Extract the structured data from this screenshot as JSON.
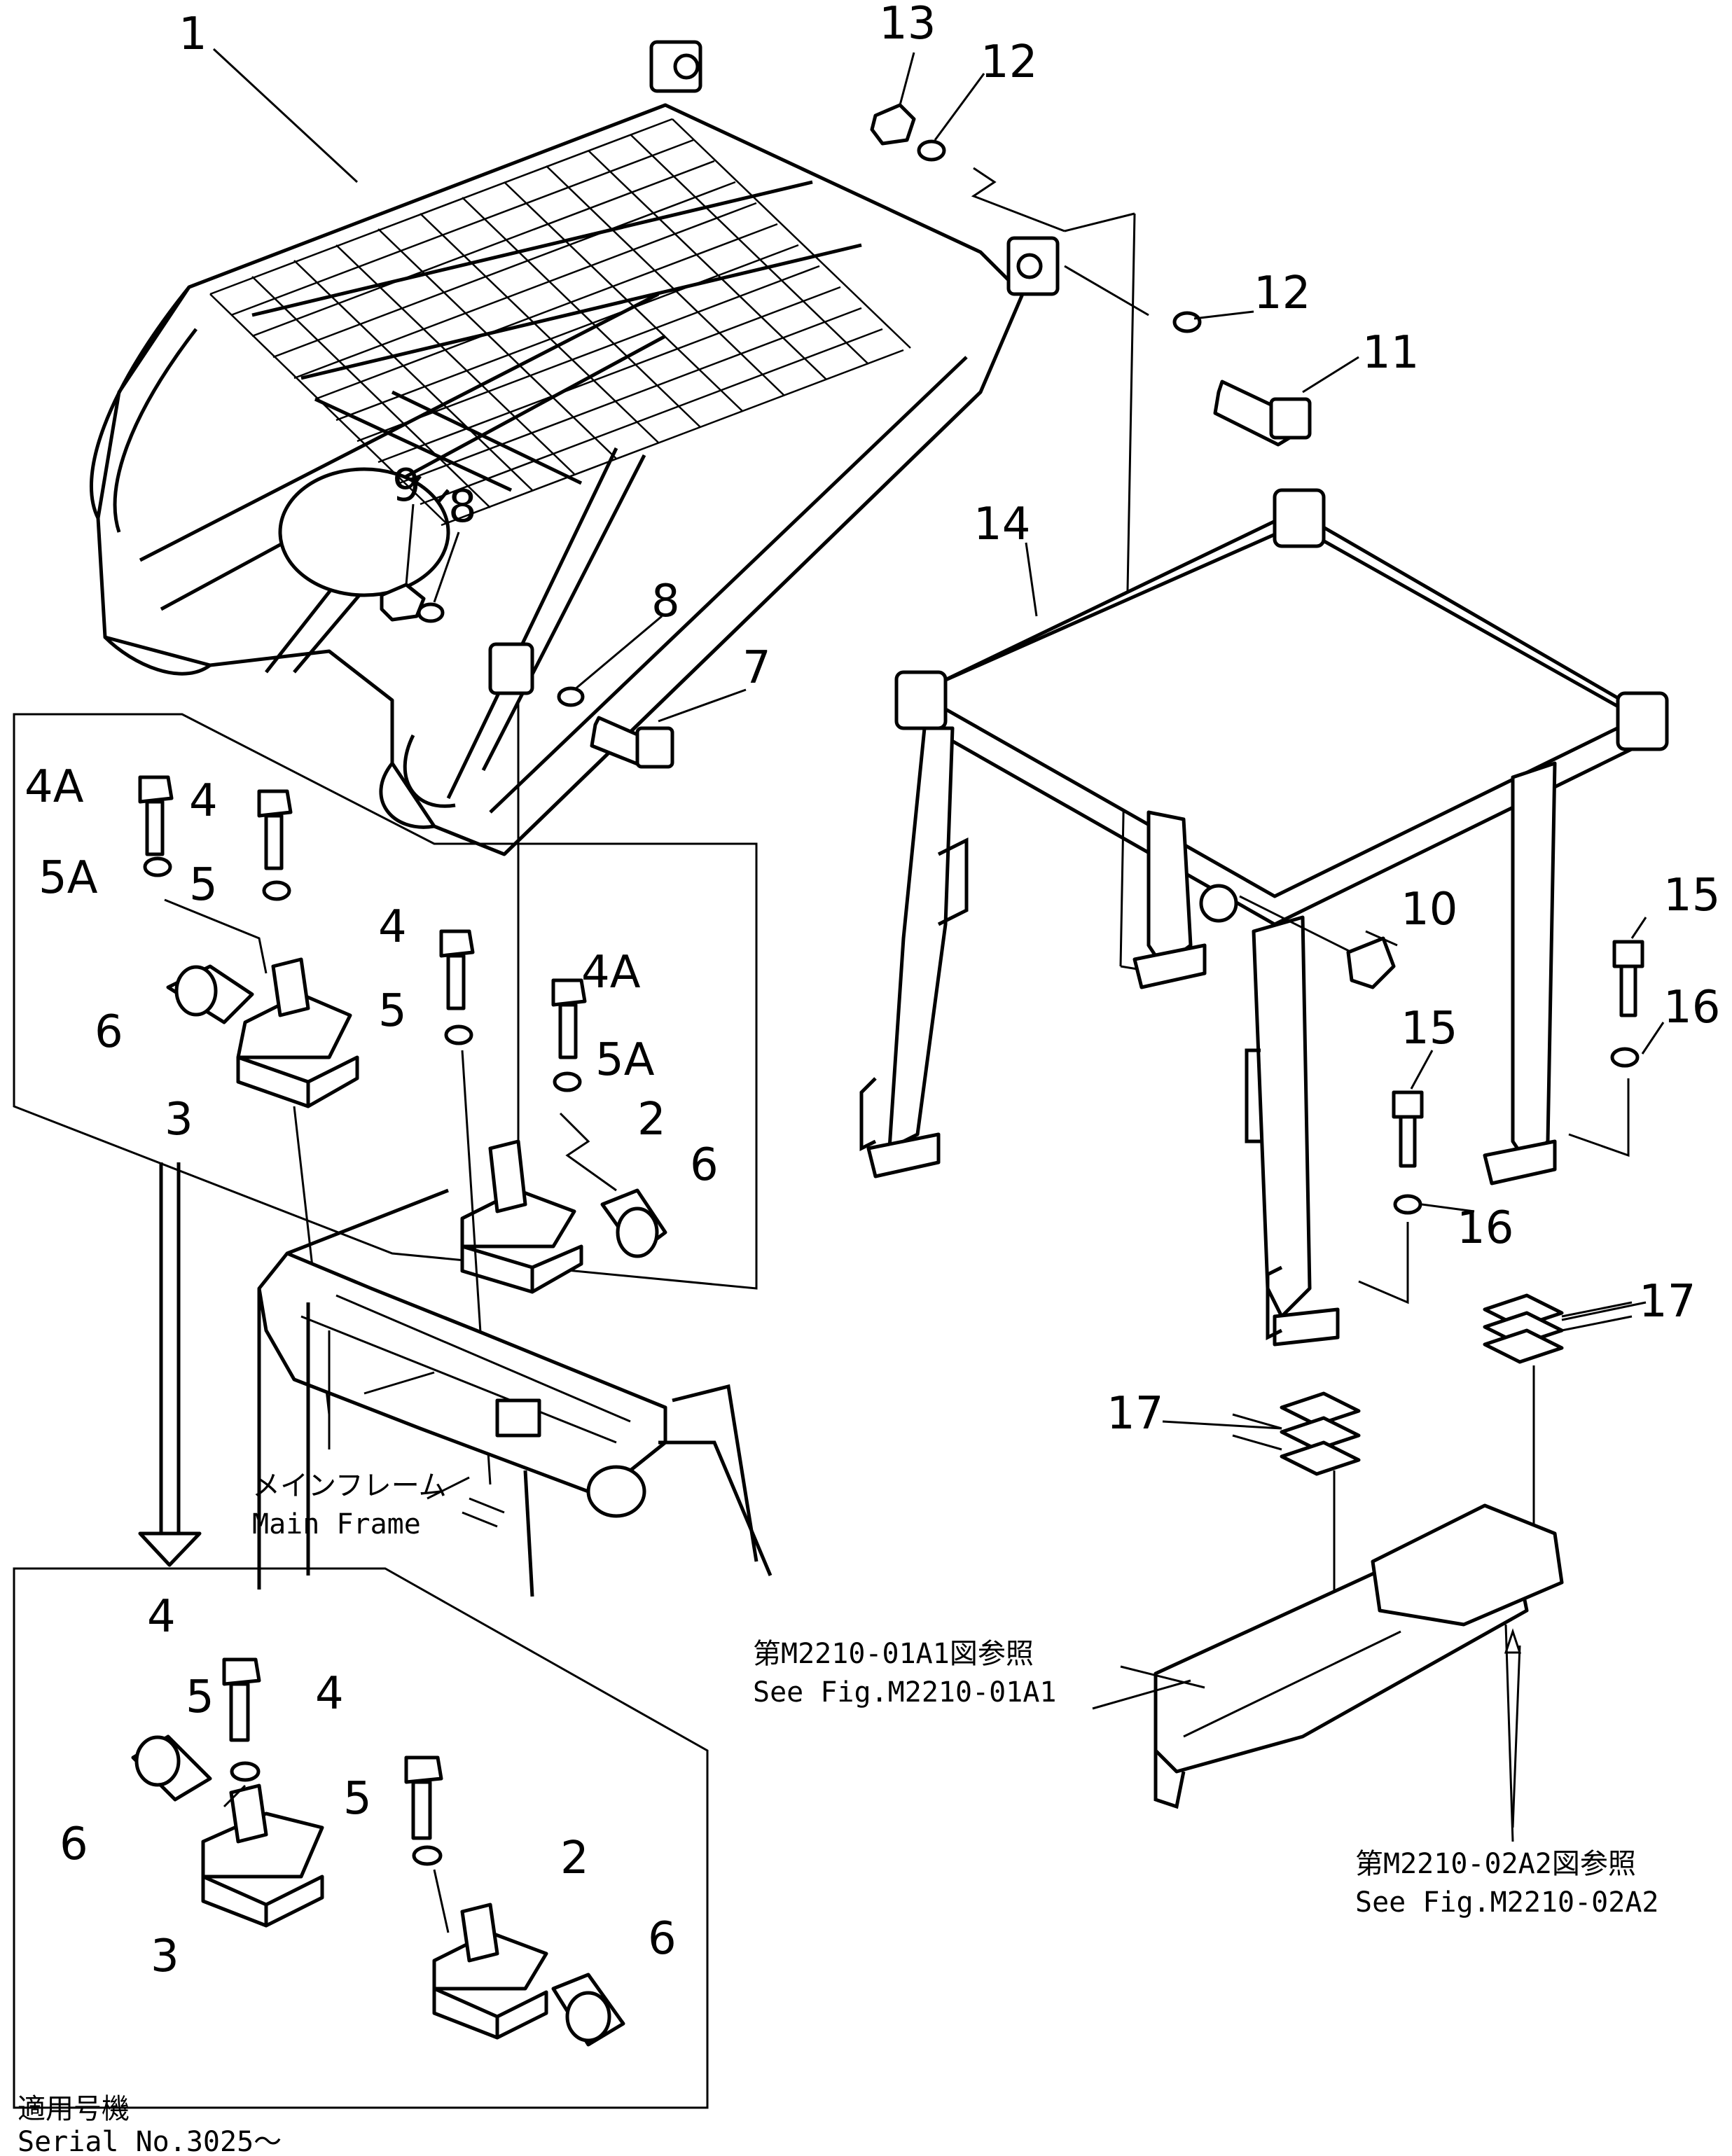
{
  "callouts": [
    {
      "id": "c1",
      "text": "1"
    },
    {
      "id": "c13",
      "text": "13"
    },
    {
      "id": "c12a",
      "text": "12"
    },
    {
      "id": "c12b",
      "text": "12"
    },
    {
      "id": "c11",
      "text": "11"
    },
    {
      "id": "c9",
      "text": "9"
    },
    {
      "id": "c8a",
      "text": "8"
    },
    {
      "id": "c8b",
      "text": "8"
    },
    {
      "id": "c7",
      "text": "7"
    },
    {
      "id": "c14",
      "text": "14"
    },
    {
      "id": "c4Aa",
      "text": "4A"
    },
    {
      "id": "c4a",
      "text": "4"
    },
    {
      "id": "c5Aa",
      "text": "5A"
    },
    {
      "id": "c5a",
      "text": "5"
    },
    {
      "id": "c6a",
      "text": "6"
    },
    {
      "id": "c3a",
      "text": "3"
    },
    {
      "id": "c4b",
      "text": "4"
    },
    {
      "id": "c5b",
      "text": "5"
    },
    {
      "id": "c4Ab",
      "text": "4A"
    },
    {
      "id": "c5Ab",
      "text": "5A"
    },
    {
      "id": "c2a",
      "text": "2"
    },
    {
      "id": "c6b",
      "text": "6"
    },
    {
      "id": "c10",
      "text": "10"
    },
    {
      "id": "c15a",
      "text": "15"
    },
    {
      "id": "c16a",
      "text": "16"
    },
    {
      "id": "c15b",
      "text": "15"
    },
    {
      "id": "c16b",
      "text": "16"
    },
    {
      "id": "c17a",
      "text": "17"
    },
    {
      "id": "c17b",
      "text": "17"
    },
    {
      "id": "c4c",
      "text": "4"
    },
    {
      "id": "c5c",
      "text": "5"
    },
    {
      "id": "c4d",
      "text": "4"
    },
    {
      "id": "c5d",
      "text": "5"
    },
    {
      "id": "c6c",
      "text": "6"
    },
    {
      "id": "c3b",
      "text": "3"
    },
    {
      "id": "c2b",
      "text": "2"
    },
    {
      "id": "c6d",
      "text": "6"
    }
  ],
  "main_frame": {
    "jp": "メインフレーム",
    "en": "Main Frame"
  },
  "ref_a": {
    "jp": "第M2210-01A1図参照",
    "en": "See Fig.M2210-01A1"
  },
  "ref_b": {
    "jp": "第M2210-02A2図参照",
    "en": "See Fig.M2210-02A2"
  },
  "serial": {
    "jp": "適用号機",
    "en": "Serial No.3025～"
  }
}
